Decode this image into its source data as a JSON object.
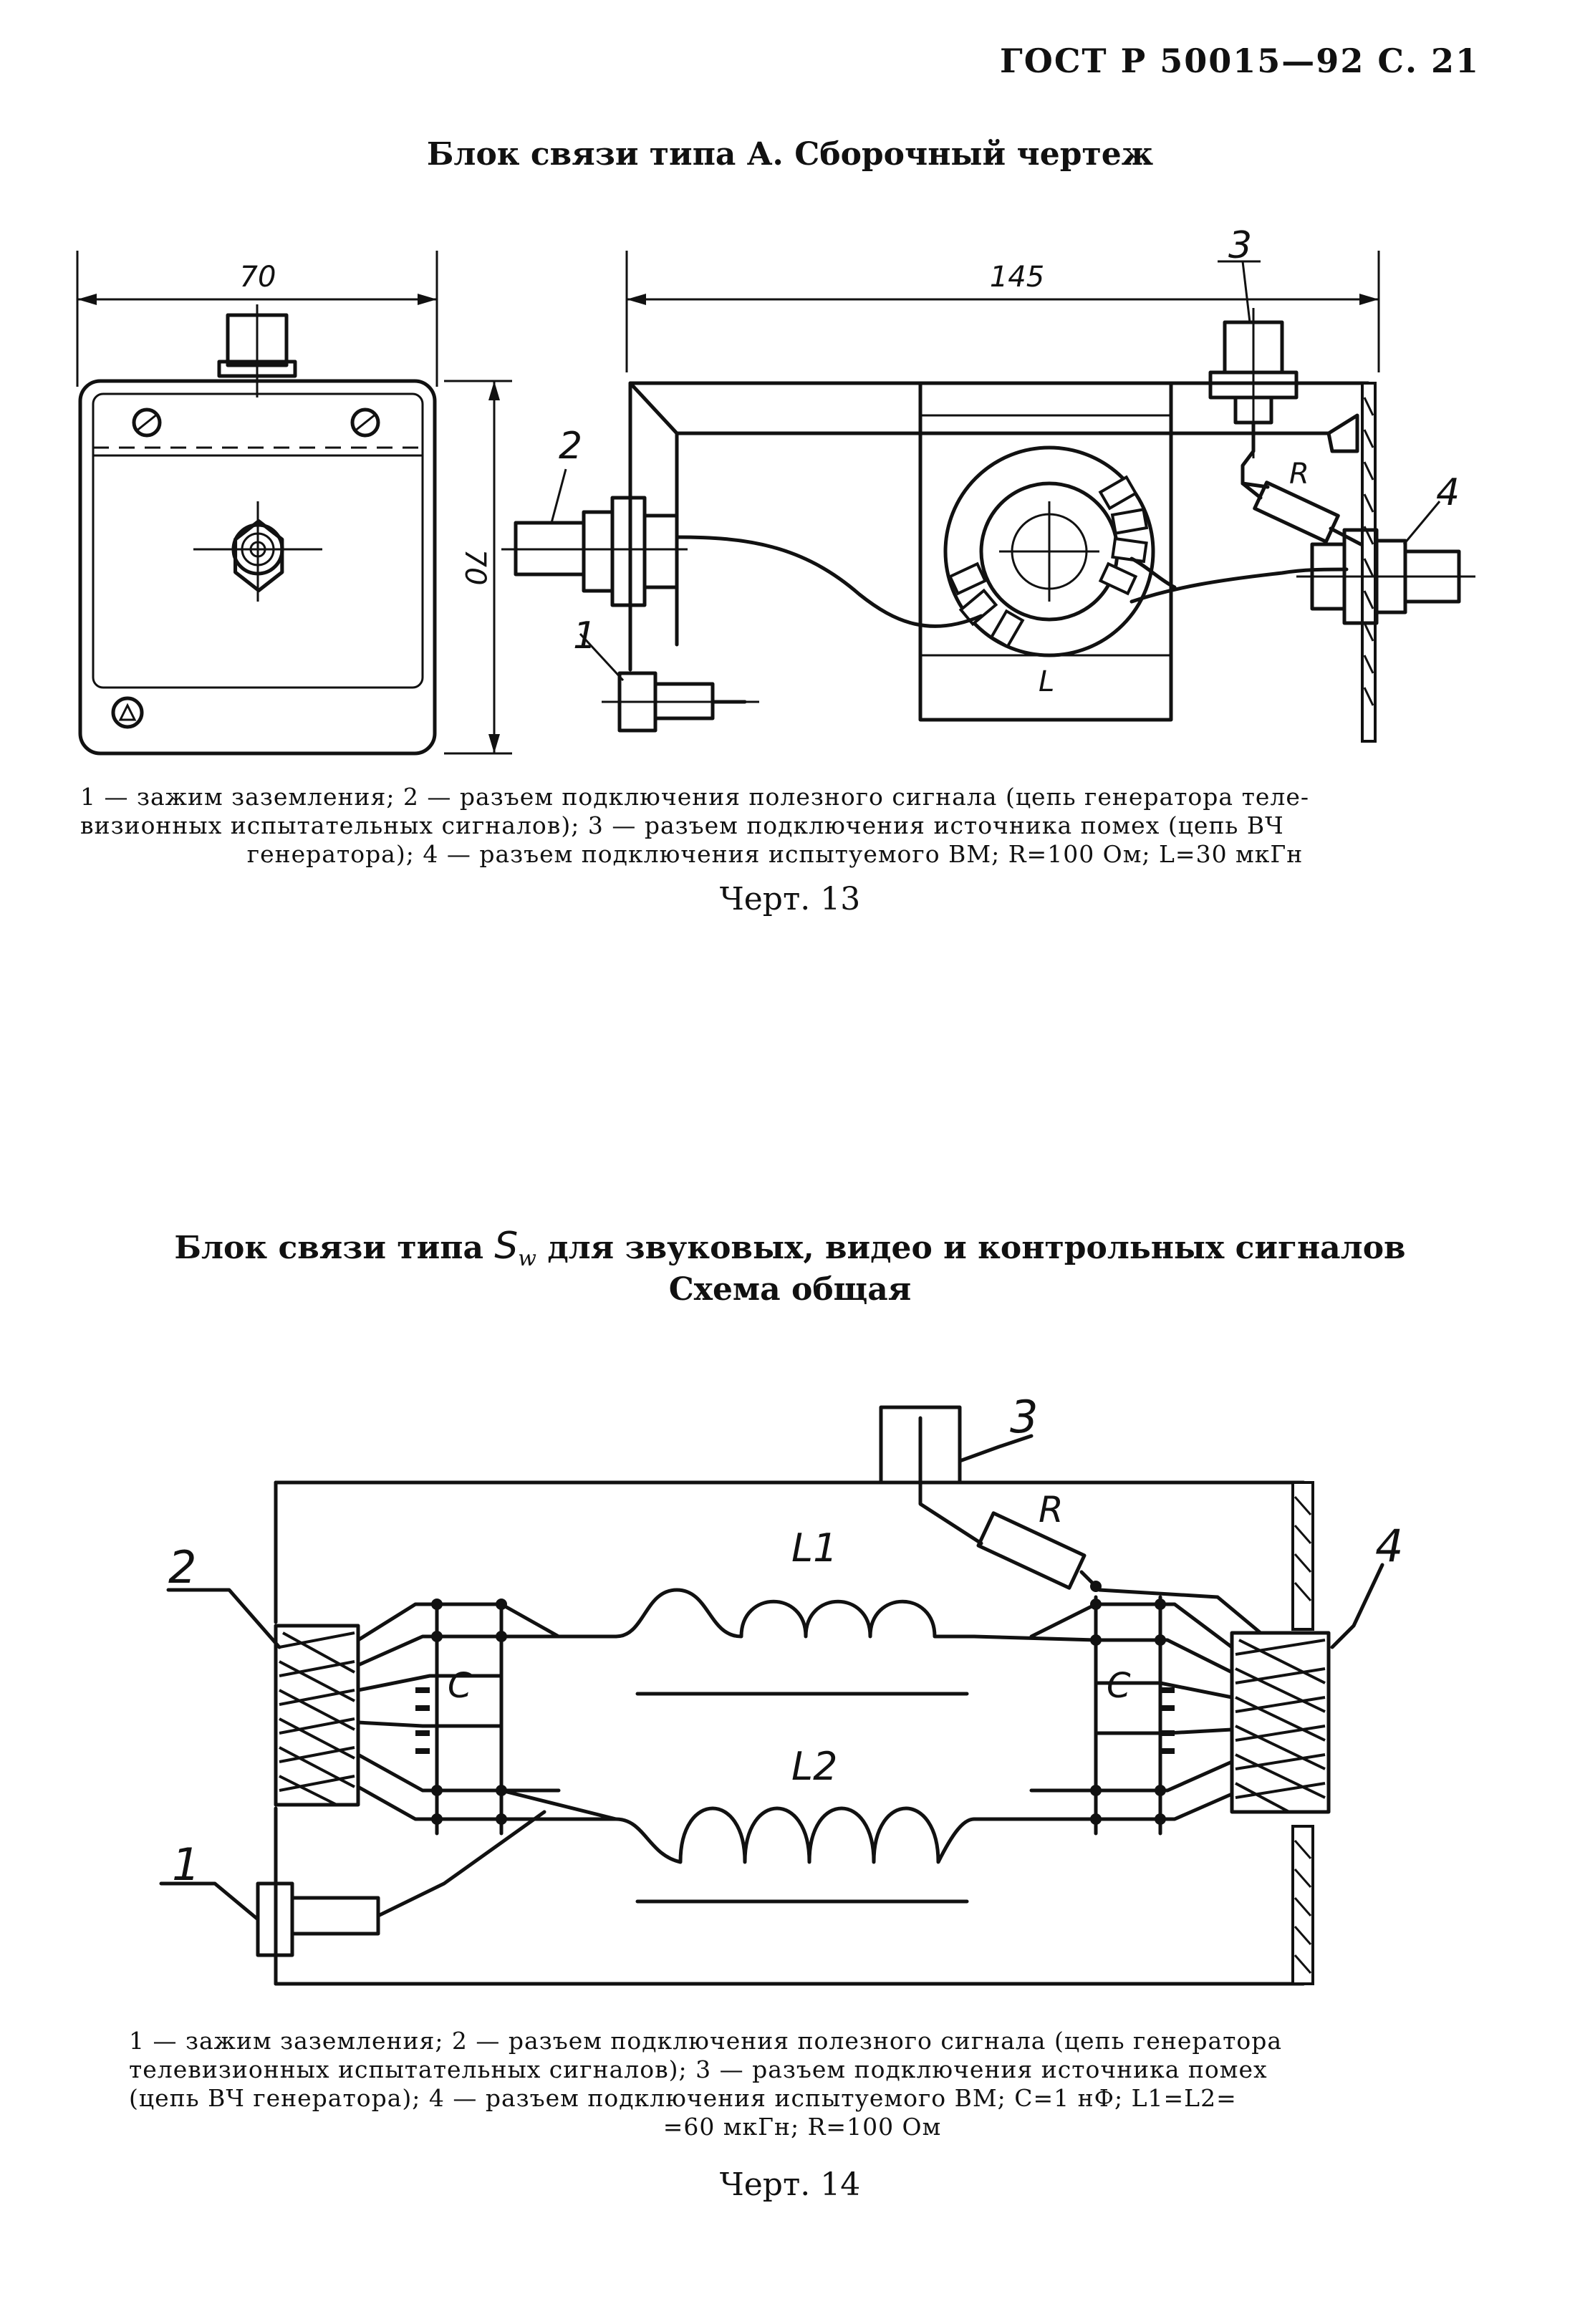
{
  "header": "ГОСТ Р 50015—92 С. 21",
  "fig13": {
    "title": "Блок связи типа А. Сборочный чертеж",
    "dim_width_front": "70",
    "dim_height_front": "70",
    "dim_length_side": "145",
    "label_1": "1",
    "label_2": "2",
    "label_3": "3",
    "label_4": "4",
    "label_R": "R",
    "label_L": "L",
    "caption_line1": "1 — зажим заземления; 2 — разъем подключения полезного сигнала (цепь генератора теле-",
    "caption_line2": "визионных испытательных сигналов); 3 — разъем подключения источника помех (цепь ВЧ",
    "caption_line3": "генератора); 4 — разъем подключения испытуемого ВМ; R=100 Ом; L=30 мкГн",
    "figure_number": "Черт. 13"
  },
  "fig14": {
    "title_part1": "Блок связи типа",
    "title_symbol": "S",
    "title_subscript": "w",
    "title_part2": "для звуковых, видео и контрольных сигналов",
    "subtitle": "Схема общая",
    "label_1": "1",
    "label_2": "2",
    "label_3": "3",
    "label_4": "4",
    "label_R": "R",
    "label_L1": "L1",
    "label_L2": "L2",
    "label_C": "C",
    "caption_line1": "1 — зажим заземления; 2 — разъем подключения полезного сигнала (цепь генератора",
    "caption_line2": "телевизионных испытательных сигналов); 3 — разъем подключения источника помех",
    "caption_line3": "(цепь ВЧ генератора); 4 — разъем подключения испытуемого ВМ; C=1 нФ; L1=L2=",
    "caption_line4": "=60 мкГн; R=100 Ом",
    "figure_number": "Черт. 14"
  }
}
